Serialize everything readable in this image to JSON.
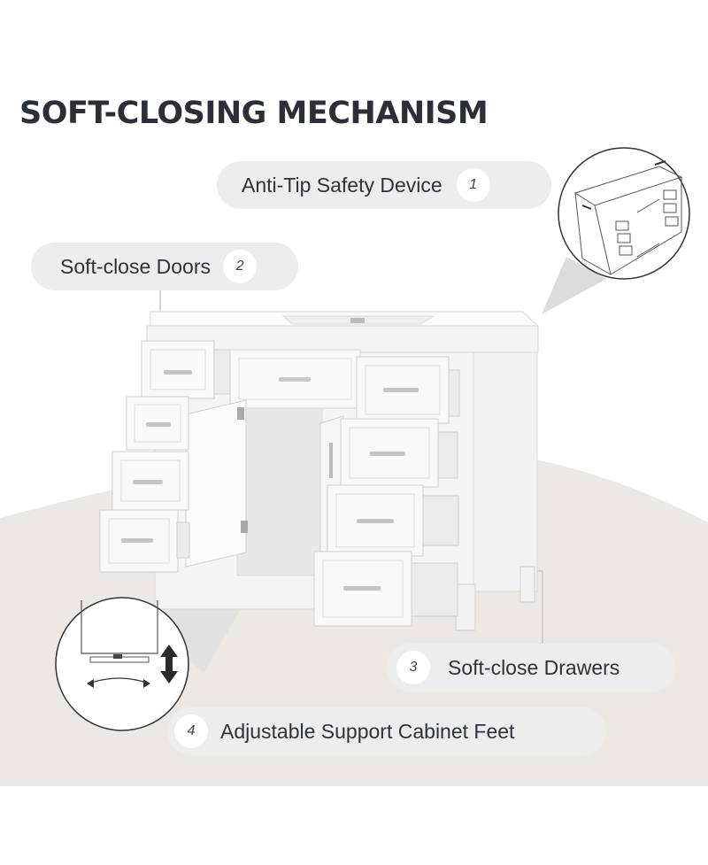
{
  "title": "SOFT-CLOSING MECHANISM",
  "features": [
    {
      "number": "1",
      "label": "Anti-Tip Safety Device"
    },
    {
      "number": "2",
      "label": "Soft-close Doors"
    },
    {
      "number": "3",
      "label": "Soft-close Drawers"
    },
    {
      "number": "4",
      "label": "Adjustable Support Cabinet Feet"
    }
  ],
  "colors": {
    "title": "#2c2f38",
    "pill_background": "#ededed",
    "background_wave": "#ece9e4",
    "cabinet": "#f7f7f7"
  }
}
